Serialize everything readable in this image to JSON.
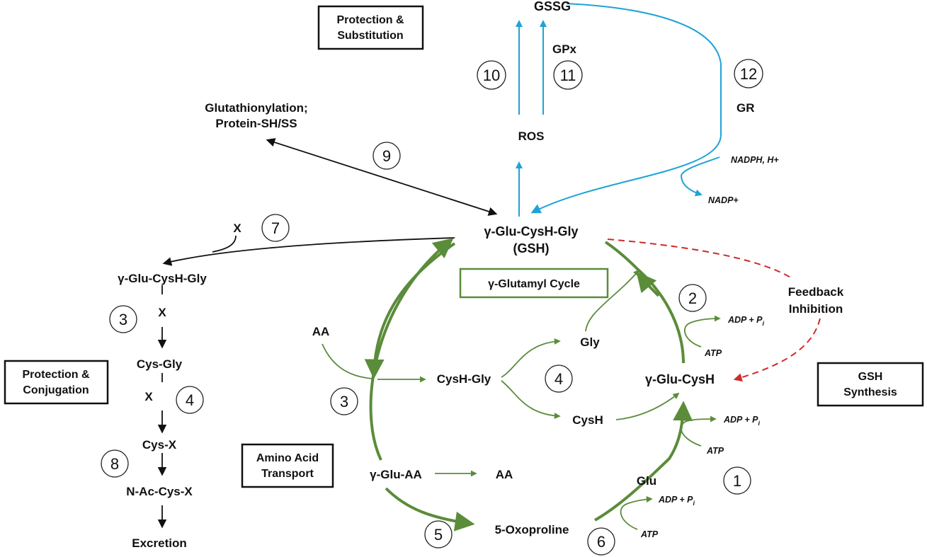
{
  "boxes": {
    "protection_substitution": [
      "Protection &",
      "Substitution"
    ],
    "protection_conjugation": [
      "Protection &",
      "Conjugation"
    ],
    "amino_acid_transport": [
      "Amino Acid",
      "Transport"
    ],
    "glutamyl_cycle": "γ-Glutamyl Cycle",
    "gsh_synthesis": [
      "GSH",
      "Synthesis"
    ]
  },
  "labels": {
    "gssg": "GSSG",
    "gpx": "GPx",
    "gr": "GR",
    "ros": "ROS",
    "glutathionylation": [
      "Glutathionylation;",
      "Protein-SH/SS"
    ],
    "gsh": [
      "γ-Glu-CysH-Gly",
      "(GSH)"
    ],
    "nadph": "NADPH, H+",
    "nadp": "NADP+",
    "x_top": "X",
    "left_gsh": "γ-Glu-CysH-Gly",
    "x_1": "X",
    "cys_gly": "Cys-Gly",
    "x_2": "X",
    "cys_x": "Cys-X",
    "nac": "N-Ac-Cys-X",
    "excretion": "Excretion",
    "feedback": [
      "Feedback",
      "Inhibition"
    ],
    "aa_in": "AA",
    "cysh_gly": "CysH-Gly",
    "gly": "Gly",
    "cysh": "CysH",
    "glu_cysh": "γ-Glu-CysH",
    "glu_aa": "γ-Glu-AA",
    "aa_out": "AA",
    "oxoproline": "5-Oxoproline",
    "glu": "Glu",
    "adp_1": "ADP + P",
    "adp_1_sub": "i",
    "atp_1": "ATP",
    "adp_2": "ADP + P",
    "adp_2_sub": "i",
    "atp_2": "ATP",
    "adp_3": "ADP + P",
    "adp_3_sub": "i",
    "atp_3": "ATP"
  },
  "steps": {
    "s1": "1",
    "s2": "2",
    "s3_left": "3",
    "s3_cycle": "3",
    "s4_left": "4",
    "s4_cycle": "4",
    "s5": "5",
    "s6": "6",
    "s7": "7",
    "s8": "8",
    "s9": "9",
    "s10": "10",
    "s11": "11",
    "s12": "12"
  },
  "colors": {
    "green": "#5b8c3a",
    "blue": "#1fa3d6",
    "red": "#d02a2a",
    "black": "#111111"
  }
}
